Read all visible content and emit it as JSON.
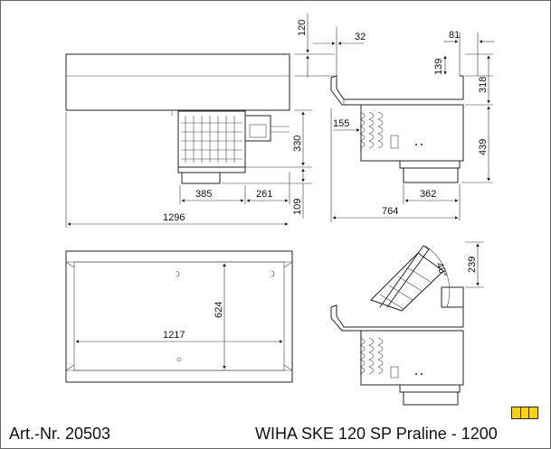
{
  "footer": {
    "article": "Art.-Nr. 20503",
    "product": "WIHA SKE 120 SP Praline - 1200"
  },
  "dimensions": {
    "d120": "120",
    "d32": "32",
    "d81": "81",
    "d139": "139",
    "d318": "318",
    "d155": "155",
    "d330": "330",
    "d439": "439",
    "d385": "385",
    "d261": "261",
    "d362": "362",
    "d109": "109",
    "d1296": "1296",
    "d764": "764",
    "d239": "239",
    "d40": "40°",
    "d624": "624",
    "d1217": "1217"
  },
  "colors": {
    "badge": "#ffd200",
    "line": "#222222"
  }
}
